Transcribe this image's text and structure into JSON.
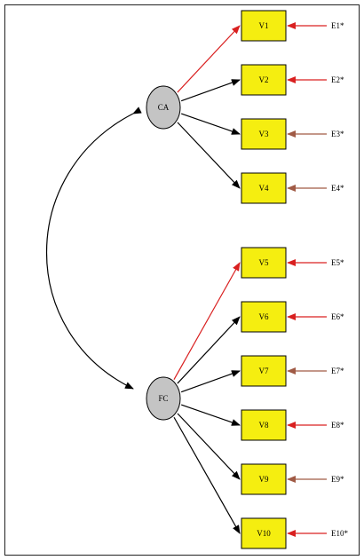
{
  "diagram": {
    "latent_factors": [
      {
        "id": "CA",
        "label": "CA"
      },
      {
        "id": "FC",
        "label": "FC"
      }
    ],
    "observed_variables": [
      {
        "id": "V1",
        "label": "V1",
        "factor": "CA",
        "error": "E1*",
        "path_color": "#d92020",
        "error_arrow_color": "#d92020"
      },
      {
        "id": "V2",
        "label": "V2",
        "factor": "CA",
        "error": "E2*",
        "path_color": "#000000",
        "error_arrow_color": "#d92020"
      },
      {
        "id": "V3",
        "label": "V3",
        "factor": "CA",
        "error": "E3*",
        "path_color": "#000000",
        "error_arrow_color": "#a05a45"
      },
      {
        "id": "V4",
        "label": "V4",
        "factor": "CA",
        "error": "E4*",
        "path_color": "#000000",
        "error_arrow_color": "#a05a45"
      },
      {
        "id": "V5",
        "label": "V5",
        "factor": "FC",
        "error": "E5*",
        "path_color": "#d92020",
        "error_arrow_color": "#d92020"
      },
      {
        "id": "V6",
        "label": "V6",
        "factor": "FC",
        "error": "E6*",
        "path_color": "#000000",
        "error_arrow_color": "#d92020"
      },
      {
        "id": "V7",
        "label": "V7",
        "factor": "FC",
        "error": "E7*",
        "path_color": "#000000",
        "error_arrow_color": "#a05a45"
      },
      {
        "id": "V8",
        "label": "V8",
        "factor": "FC",
        "error": "E8*",
        "path_color": "#000000",
        "error_arrow_color": "#d92020"
      },
      {
        "id": "V9",
        "label": "V9",
        "factor": "FC",
        "error": "E9*",
        "path_color": "#000000",
        "error_arrow_color": "#a05a45"
      },
      {
        "id": "V10",
        "label": "V10",
        "factor": "FC",
        "error": "E10*",
        "path_color": "#000000",
        "error_arrow_color": "#d92020"
      }
    ],
    "covariance": {
      "from": "CA",
      "to": "FC"
    },
    "colors": {
      "variable_fill": "#f5ee10",
      "factor_fill": "#c4c4c4",
      "outline": "#000000"
    }
  }
}
